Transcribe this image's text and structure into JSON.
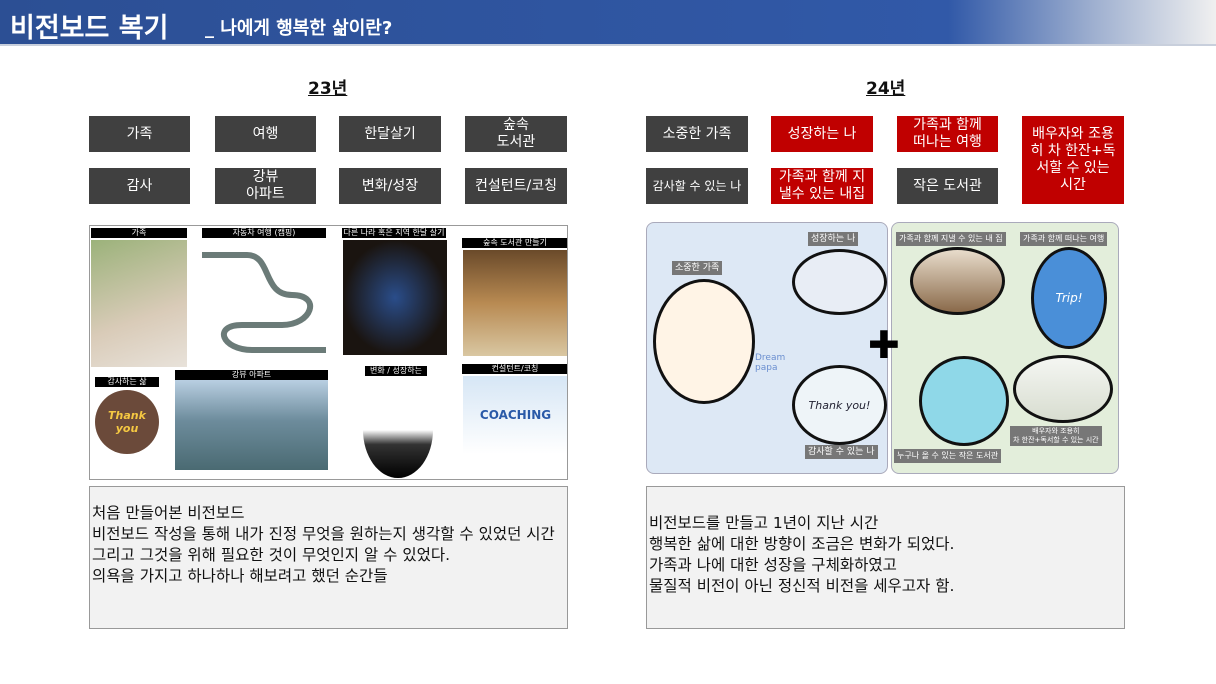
{
  "header": {
    "title": "비전보드 복기",
    "subtitle": "_ 나에게 행복한 삶이란?"
  },
  "y23": {
    "year": "23년",
    "boxes": [
      "가족",
      "여행",
      "한달살기",
      "숲속\n도서관",
      "감사",
      "강뷰\n아파트",
      "변화/성장",
      "컨설턴트/코칭"
    ],
    "captions": [
      "가족",
      "자동차 여행 (캠핑)",
      "다른 나라 혹은 지역 한달 살기",
      "숲속 도서관 만들기",
      "감사하는 삶",
      "강뷰 아파트",
      "변화 / 성장하는",
      "컨설턴트/코칭"
    ],
    "image_text": {
      "thank": "Thank you",
      "coaching": "COACHING"
    },
    "text": [
      "처음 만들어본 비전보드",
      "비전보드 작성을 통해 내가 진정 무엇을 원하는지 생각할 수 있었던 시간",
      "그리고 그것을 위해 필요한 것이 무엇인지 알 수 있었다.",
      "의욕을 가지고 하나하나 해보려고 했던 순간들"
    ]
  },
  "y24": {
    "year": "24년",
    "boxes": [
      "소중한 가족",
      "성장하는 나",
      "가족과 함께\n떠나는 여행",
      "배우자와 조용\n히 차 한잔+독\n서할 수 있는\n시간",
      "감사할 수 있는 나",
      "가족과 함께 지\n낼수 있는 내집",
      "작은 도서관"
    ],
    "captions_left": [
      "소중한 가족",
      "성장하는 나",
      "감사할 수 있는 나"
    ],
    "captions_right": [
      "가족과 함께 지낼 수 있는 내 집",
      "가족과 함께 떠나는 여행",
      "누구나 올 수 있는 작은 도서관",
      "배우자와 조용히\n차 한잔+독서할 수 있는 시간"
    ],
    "image_text": {
      "dream": "Dream papa",
      "thank": "Thank you!",
      "trip": "Trip!",
      "plus": "✚"
    },
    "text": [
      "비전보드를 만들고 1년이 지난 시간",
      "행복한 삶에 대한 방향이 조금은 변화가 되었다.",
      "가족과 나에 대한 성장을 구체화하였고",
      "물질적 비전이 아닌 정신적 비전을 세우고자 함."
    ]
  },
  "colors": {
    "gray_box": "#404040",
    "red_box": "#c00000",
    "header": "#2c4f94"
  }
}
